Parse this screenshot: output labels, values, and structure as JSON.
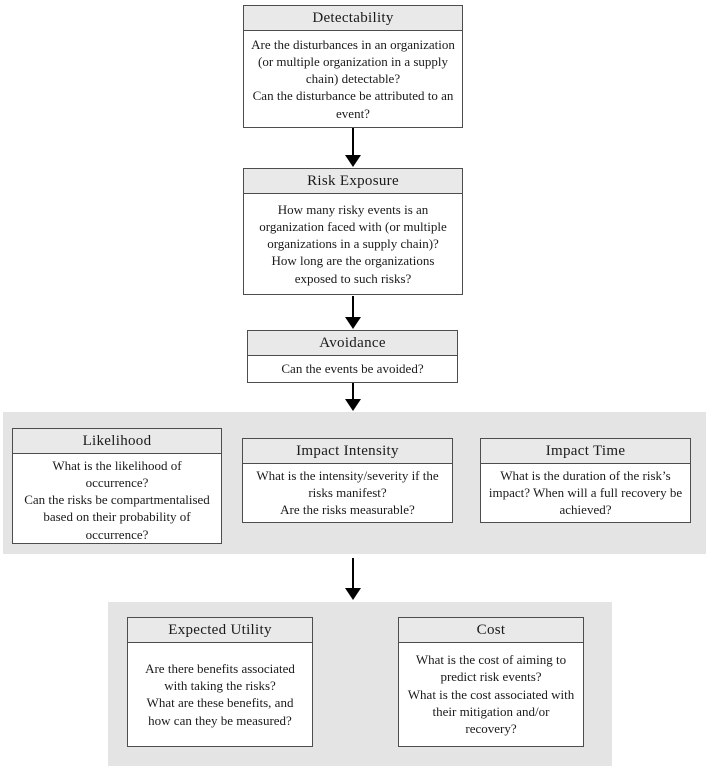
{
  "colors": {
    "band_bg": "#e4e4e4",
    "header_bg": "#e9e9e9",
    "box_border": "#4d4d4d",
    "body_bg": "#ffffff",
    "text": "#1a1a1a",
    "arrow": "#000000"
  },
  "boxes": {
    "detectability": {
      "title": "Detectability",
      "q1": "Are the disturbances in an organization (or multiple organization in a supply chain) detectable?",
      "q2": "Can the disturbance be attributed to an event?"
    },
    "risk_exposure": {
      "title": "Risk Exposure",
      "q1": "How many risky events is an organization faced with (or multiple organizations in a supply chain)?",
      "q2": "How long are the organizations exposed to such risks?"
    },
    "avoidance": {
      "title": "Avoidance",
      "q1": "Can the events be avoided?"
    },
    "likelihood": {
      "title": "Likelihood",
      "q1": "What is the likelihood of occurrence?",
      "q2": "Can the risks be compartmentalised based on their probability of occurrence?"
    },
    "impact_intensity": {
      "title": "Impact Intensity",
      "q1": "What is the intensity/severity if the risks manifest?",
      "q2": "Are the risks measurable?"
    },
    "impact_time": {
      "title": "Impact Time",
      "q1": "What is the duration of the risk’s impact? When will a full recovery be achieved?"
    },
    "expected_utility": {
      "title": "Expected Utility",
      "q1": "Are there benefits associated with taking the risks?",
      "q2": "What are these benefits, and how can they be measured?"
    },
    "cost": {
      "title": "Cost",
      "q1": "What is the cost of aiming to predict risk events?",
      "q2": "What is the cost associated with their mitigation and/or recovery?"
    }
  }
}
